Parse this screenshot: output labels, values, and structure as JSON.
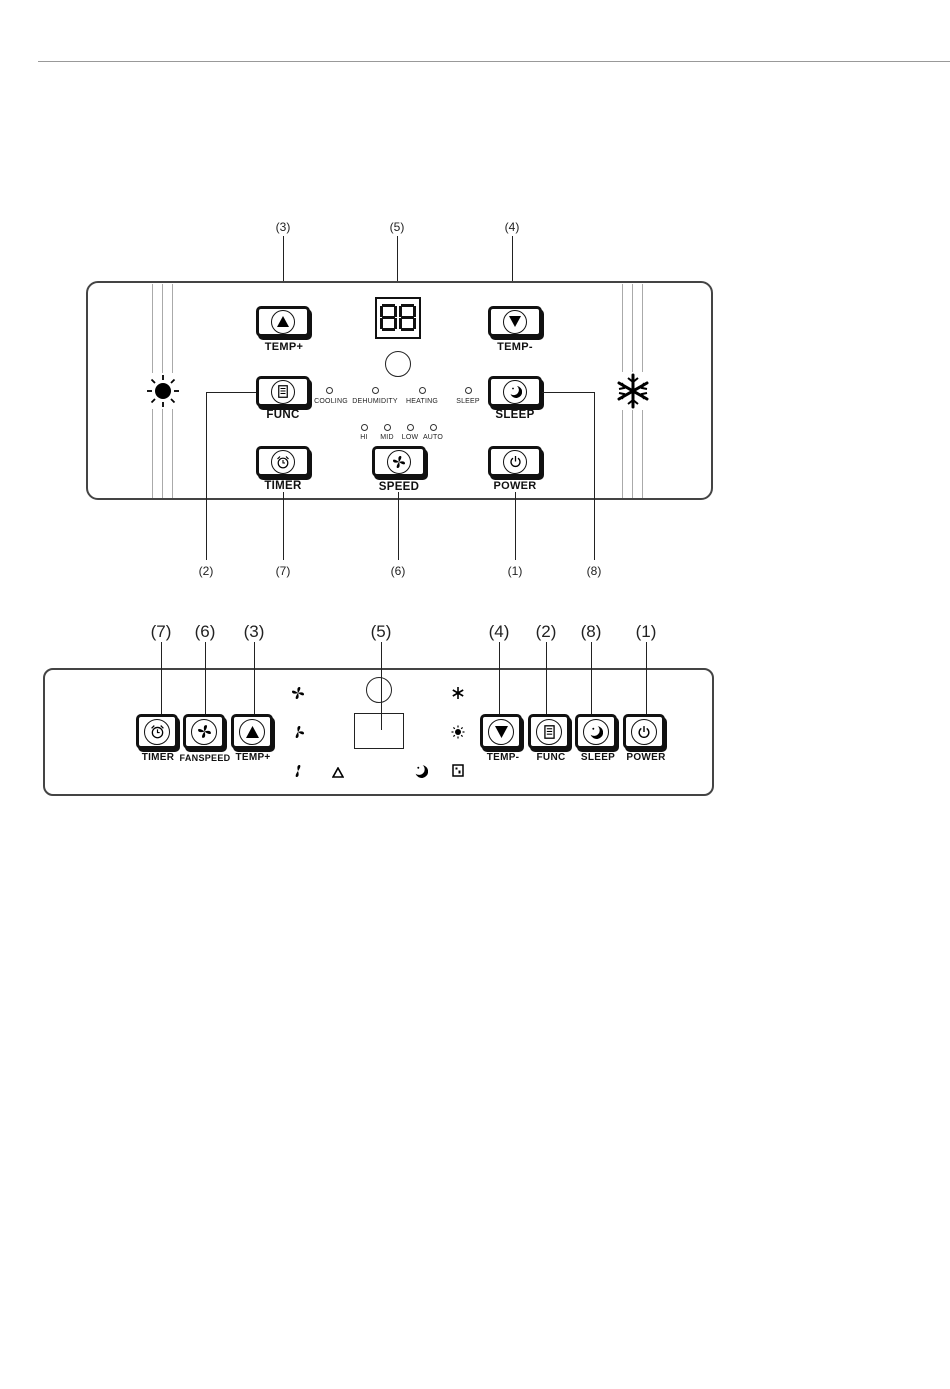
{
  "panel_top": {
    "callouts_top": [
      "(3)",
      "(5)",
      "(4)"
    ],
    "callouts_bottom": [
      "(2)",
      "(7)",
      "(6)",
      "(1)",
      "(8)"
    ],
    "buttons": {
      "temp_up": "TEMP+",
      "temp_down": "TEMP-",
      "func": "FUNC",
      "sleep": "SLEEP",
      "timer": "TIMER",
      "speed": "SPEED",
      "power": "POWER"
    },
    "mode_leds": [
      "COOLING",
      "DEHUMIDITY",
      "HEATING"
    ],
    "sleep_led": "SLEEP",
    "speed_leds": [
      "HI",
      "MID",
      "LOW",
      "AUTO"
    ],
    "display": "88"
  },
  "panel_bottom": {
    "callouts": [
      "(7)",
      "(6)",
      "(3)",
      "(5)",
      "(4)",
      "(2)",
      "(8)",
      "(1)"
    ],
    "buttons": {
      "timer": "TIMER",
      "fanspeed": "FANSPEED",
      "temp_up": "TEMP+",
      "temp_down": "TEMP-",
      "func": "FUNC",
      "sleep": "SLEEP",
      "power": "POWER"
    }
  },
  "icons": {
    "sun": "sun-icon",
    "snowflake": "snowflake-icon",
    "up": "triangle-up-icon",
    "down": "triangle-down-icon",
    "func": "document-icon",
    "sleep": "moon-icon",
    "timer": "alarm-clock-icon",
    "fan": "fan-icon",
    "power": "power-icon",
    "water": "water-drop-icon",
    "tank": "tank-icon"
  }
}
